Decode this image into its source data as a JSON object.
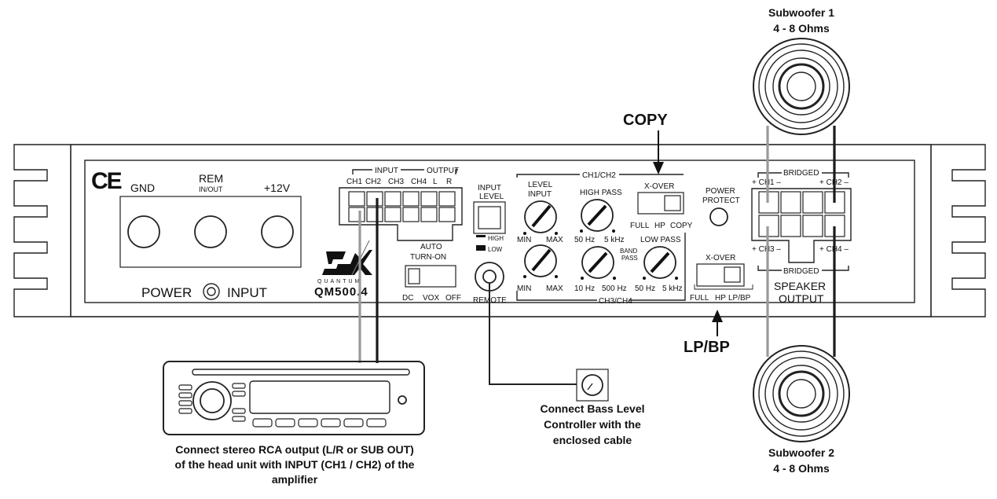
{
  "power": {
    "gnd": "GND",
    "rem": "REM",
    "rem_sub": "IN/OUT",
    "plus12v": "+12V",
    "label_power": "POWER",
    "label_input": "INPUT"
  },
  "brand": {
    "ce": "CE",
    "quantum": "QUANTUM",
    "model": "QM500.4"
  },
  "inputs": {
    "header_input": "INPUT",
    "header_output": "OUTPUT",
    "channels": [
      "CH1",
      "CH2",
      "CH3",
      "CH4",
      "L",
      "R"
    ]
  },
  "auto_turn_on": {
    "title_line1": "AUTO",
    "title_line2": "TURN-ON",
    "options": [
      "DC",
      "VOX",
      "OFF"
    ]
  },
  "input_level": {
    "title_line1": "INPUT",
    "title_line2": "LEVEL",
    "high": "HIGH",
    "low": "LOW",
    "remote": "REMOTE"
  },
  "ch12_section": {
    "title": "CH1/CH2",
    "level_input_line1": "LEVEL",
    "level_input_line2": "INPUT",
    "min": "MIN",
    "max": "MAX",
    "high_pass": "HIGH PASS",
    "hp_min": "50 Hz",
    "hp_max": "5 kHz",
    "xover": "X-OVER",
    "xover_options": [
      "FULL",
      "HP",
      "COPY"
    ]
  },
  "ch34_section": {
    "title": "CH3/CH4",
    "min": "MIN",
    "max": "MAX",
    "band_pass_line1": "BAND",
    "band_pass_line2": "PASS",
    "bp_min": "10 Hz",
    "bp_max": "500 Hz",
    "low_pass": "LOW PASS",
    "lp_min": "50 Hz",
    "lp_max": "5 kHz",
    "xover": "X-OVER",
    "xover_options": [
      "FULL",
      "HP",
      "LP/BP"
    ]
  },
  "power_protect": {
    "line1": "POWER",
    "line2": "PROTECT"
  },
  "speaker_output": {
    "bridged_top": "BRIDGED",
    "bridged_bottom": "BRIDGED",
    "ch1": "+ CH1 –",
    "ch2": "+ CH2 –",
    "ch3": "+ CH3 –",
    "ch4": "+ CH4 –",
    "line1": "SPEAKER",
    "line2": "OUTPUT"
  },
  "callouts": {
    "copy": "COPY",
    "lpbp": "LP/BP"
  },
  "subwoofer1": {
    "name": "Subwoofer 1",
    "impedance": "4 - 8 Ohms"
  },
  "subwoofer2": {
    "name": "Subwoofer 2",
    "impedance": "4 - 8 Ohms"
  },
  "captions": {
    "bass_controller": [
      "Connect Bass Level",
      "Controller with the",
      "enclosed cable"
    ],
    "head_unit": [
      "Connect stereo RCA output (L/R or SUB OUT)",
      "of the head unit with INPUT (CH1 / CH2) of the",
      "amplifier"
    ]
  }
}
